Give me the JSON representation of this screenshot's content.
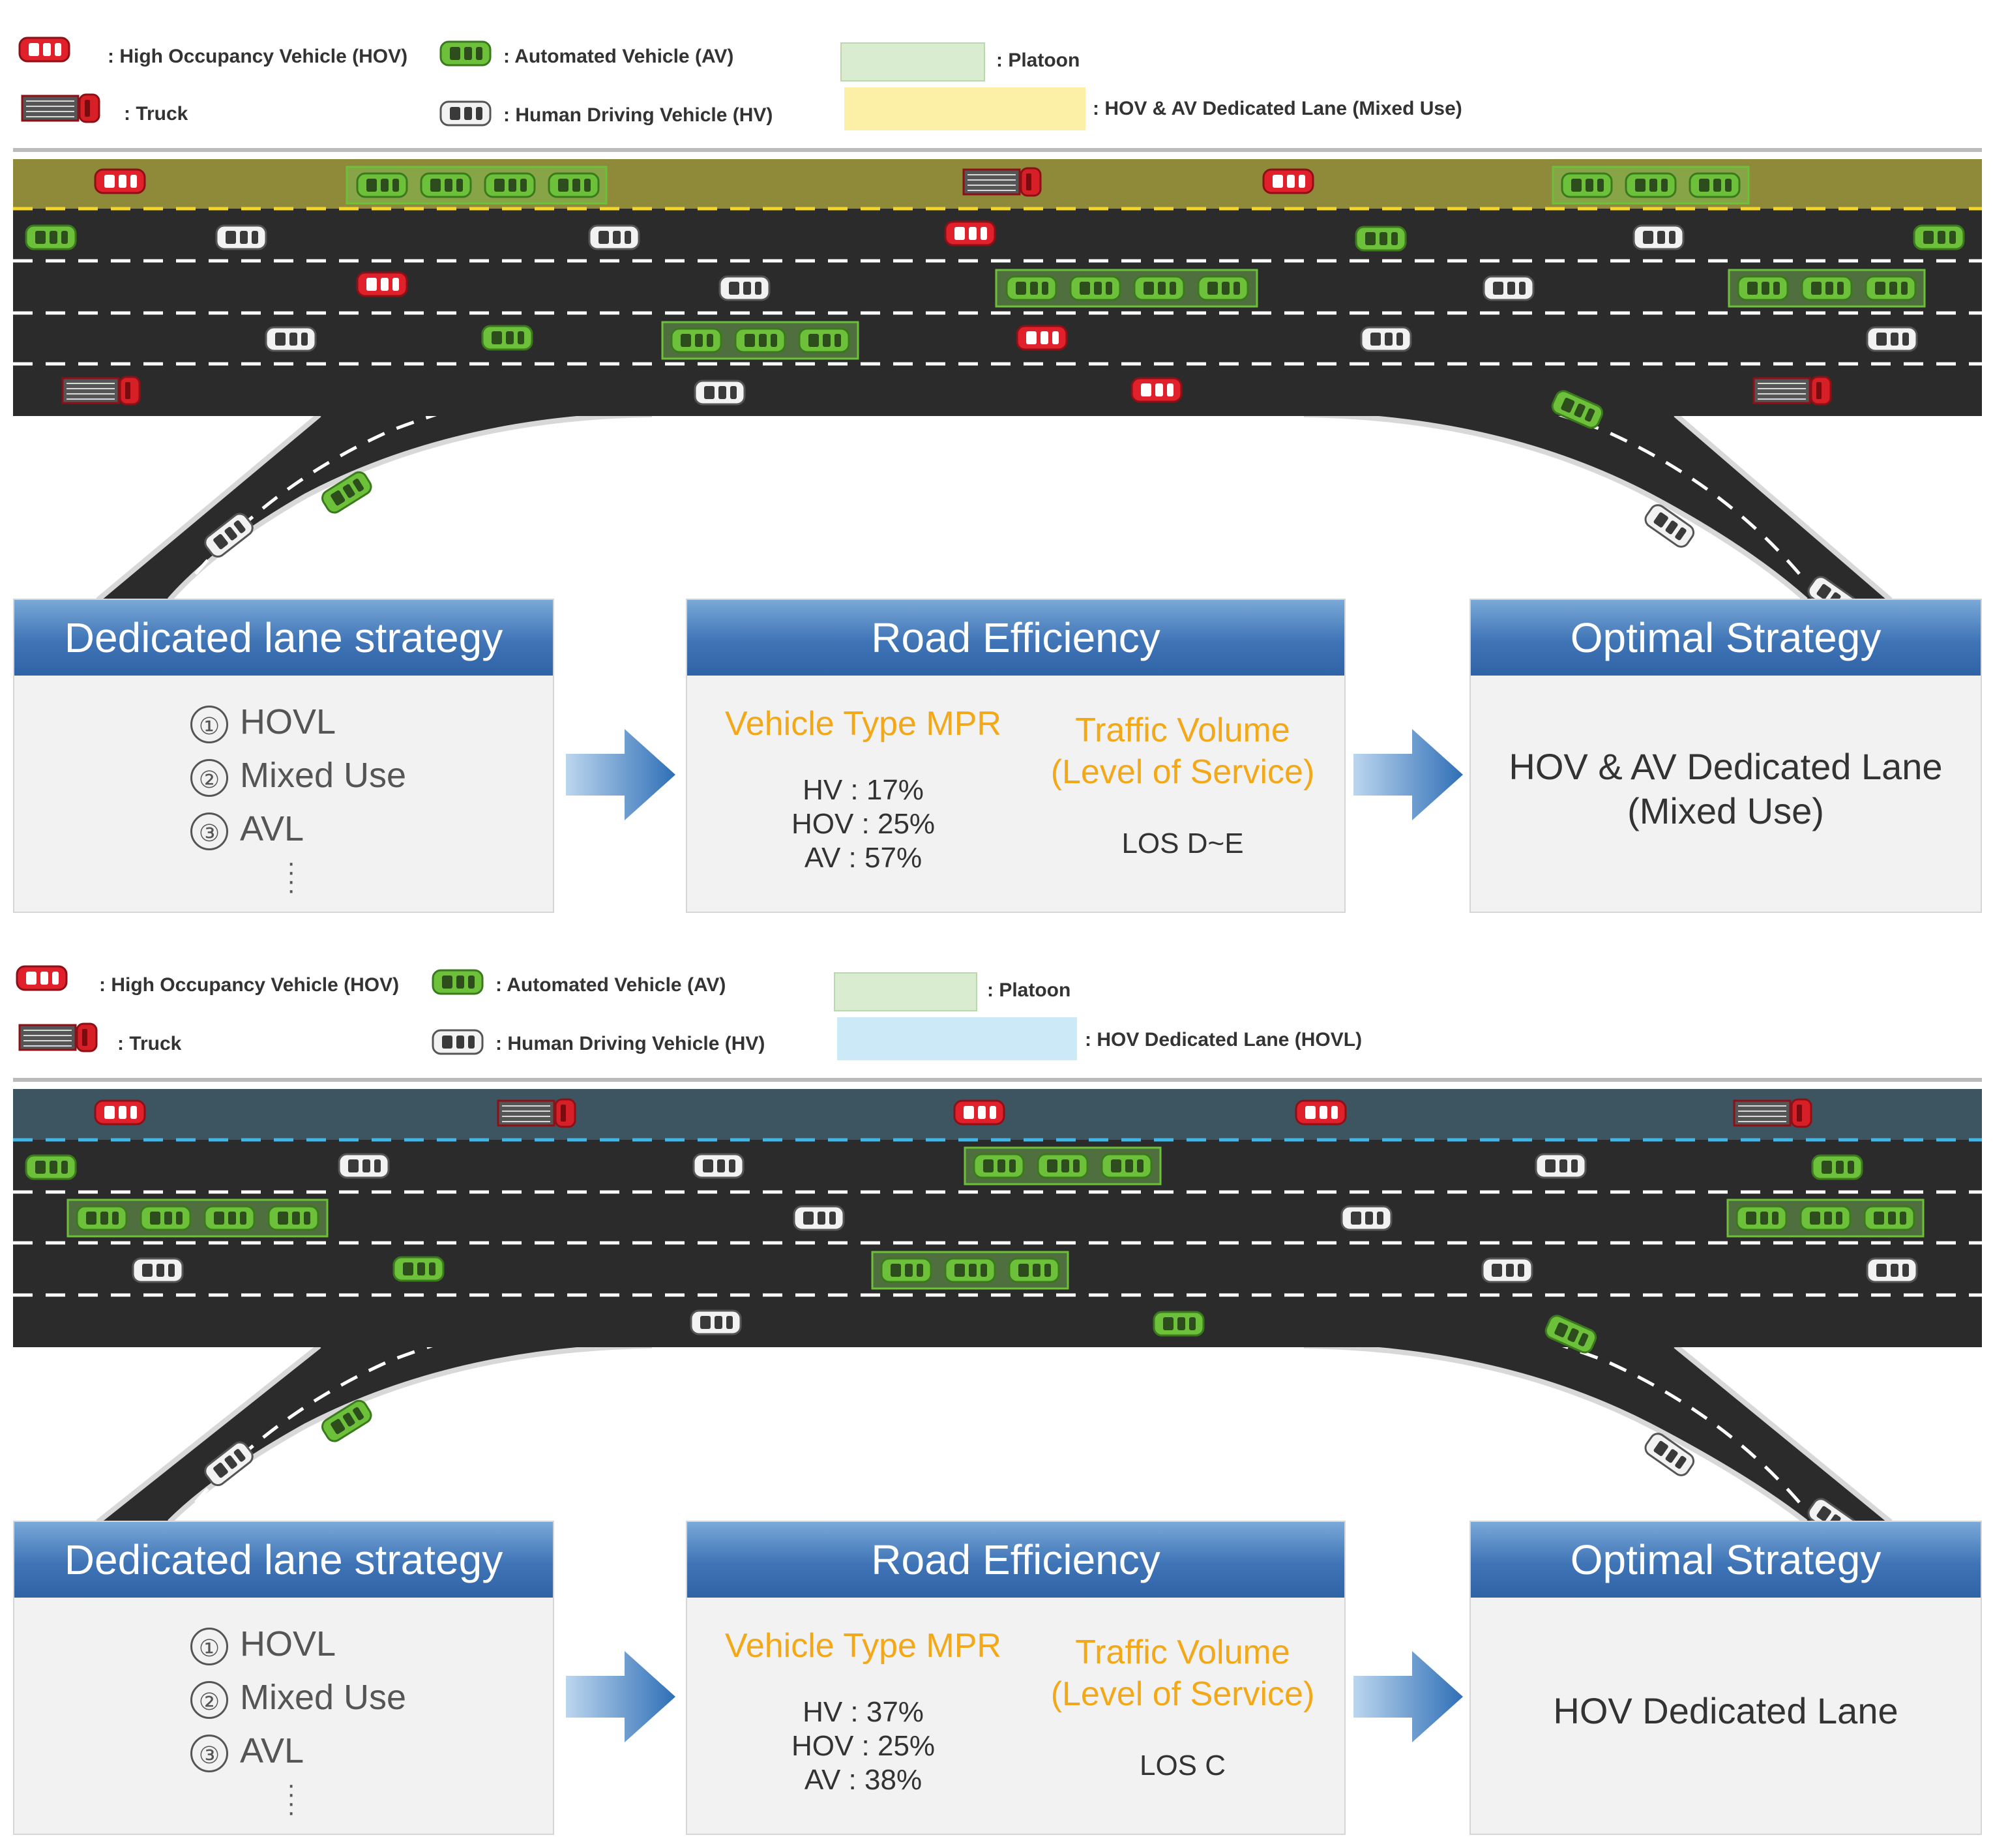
{
  "legend_top": {
    "hov": ": High Occupancy Vehicle (HOV)",
    "av": ": Automated Vehicle (AV)",
    "platoon": ": Platoon",
    "truck": ": Truck",
    "hv": ": Human Driving Vehicle (HV)",
    "lane": ": HOV & AV Dedicated Lane (Mixed Use)"
  },
  "legend_bottom": {
    "hov": ": High Occupancy Vehicle (HOV)",
    "av": ": Automated Vehicle (AV)",
    "platoon": ": Platoon",
    "truck": ": Truck",
    "hv": ": Human Driving Vehicle (HV)",
    "lane": ": HOV Dedicated Lane (HOVL)"
  },
  "colors": {
    "hov": "#e0202a",
    "av": "#6cc03a",
    "truck": "#d61f26",
    "hv": "#f2f2f2",
    "platoon": "#d9ecd0",
    "mixed_lane_legend": "#fbf0a6",
    "mixed_lane_road": "#8e8a3a",
    "hovl_legend": "#cce9f7",
    "hovl_road": "#3d5560",
    "road": "#2b2b2b"
  },
  "top": {
    "strategy": {
      "title": "Dedicated lane strategy",
      "items": [
        {
          "num": "①",
          "label": "HOVL"
        },
        {
          "num": "②",
          "label": "Mixed Use"
        },
        {
          "num": "③",
          "label": "AVL"
        }
      ]
    },
    "efficiency": {
      "title": "Road Efficiency",
      "mpr_title": "Vehicle Type MPR",
      "mpr": [
        "HV : 17%",
        "HOV : 25%",
        "AV : 57%"
      ],
      "volume_title_1": "Traffic Volume",
      "volume_title_2": "(Level of Service)",
      "los": "LOS D~E"
    },
    "optimal": {
      "title": "Optimal Strategy",
      "line1": "HOV & AV Dedicated Lane",
      "line2": "(Mixed Use)"
    }
  },
  "bottom": {
    "strategy": {
      "title": "Dedicated lane strategy",
      "items": [
        {
          "num": "①",
          "label": "HOVL"
        },
        {
          "num": "②",
          "label": "Mixed Use"
        },
        {
          "num": "③",
          "label": "AVL"
        }
      ]
    },
    "efficiency": {
      "title": "Road Efficiency",
      "mpr_title": "Vehicle Type MPR",
      "mpr": [
        "HV : 37%",
        "HOV : 25%",
        "AV : 38%"
      ],
      "volume_title_1": "Traffic Volume",
      "volume_title_2": "(Level of Service)",
      "los": "LOS C"
    },
    "optimal": {
      "title": "Optimal Strategy",
      "line1": "HOV Dedicated Lane"
    }
  }
}
